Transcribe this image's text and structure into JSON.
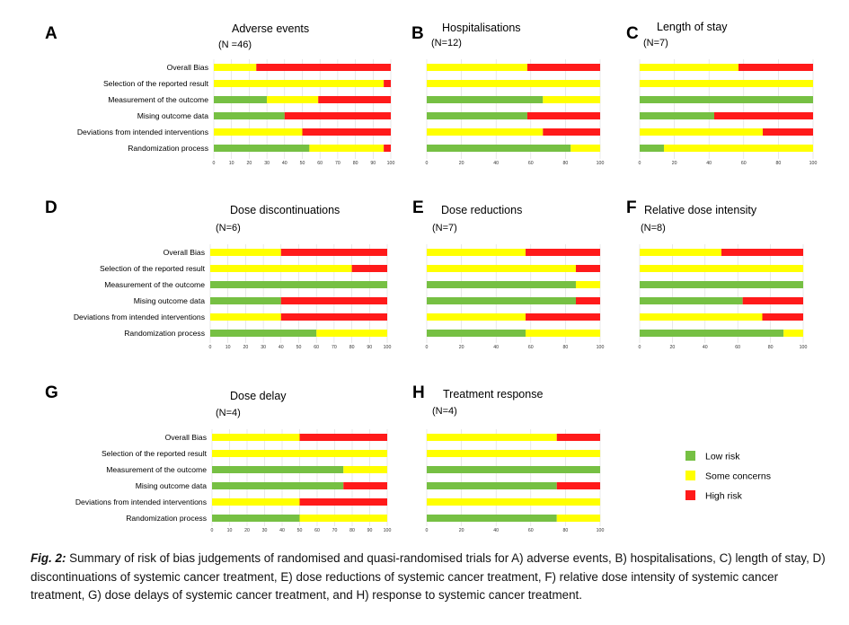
{
  "legend": {
    "items": [
      {
        "key": "low",
        "label": "Low risk"
      },
      {
        "key": "some",
        "label": "Some concerns"
      },
      {
        "key": "high",
        "label": "High risk"
      }
    ]
  },
  "colors": {
    "low": "#76c043",
    "some": "#ffff00",
    "high": "#ff1a1a",
    "grid": "#d9d9d9"
  },
  "caption": {
    "label": "Fig. 2:",
    "text": "Summary of risk of bias judgements of randomised and quasi-randomised trials for A) adverse events, B) hospitalisations, C) length of stay, D) discontinuations of systemic cancer treatment, E) dose reductions of systemic cancer treatment, F) relative dose intensity of systemic cancer treatment, G) dose delays of systemic cancer treatment, and H) response to systemic cancer treatment."
  },
  "chart_data": [
    {
      "type": "bar",
      "panel": "A",
      "title": "Adverse events",
      "subtitle": "(N =46)",
      "categories": [
        "Overall Bias",
        "Selection of the reported result",
        "Measurement of the outcome",
        "Mising outcome data",
        "Deviations from intended interventions",
        "Randomization process"
      ],
      "series": [
        {
          "name": "Low risk",
          "values": [
            0,
            0,
            30,
            40,
            0,
            54
          ]
        },
        {
          "name": "Some concerns",
          "values": [
            24,
            96,
            29,
            0,
            50,
            42
          ]
        },
        {
          "name": "High risk",
          "values": [
            76,
            4,
            41,
            60,
            50,
            4
          ]
        }
      ],
      "xticks": [
        "0",
        "10",
        "20",
        "30",
        "40",
        "50",
        "60",
        "70",
        "80",
        "90",
        "100"
      ],
      "xlim": [
        0,
        100
      ]
    },
    {
      "type": "bar",
      "panel": "B",
      "title": "Hospitalisations",
      "subtitle": "(N=12)",
      "categories": [
        "Overall Bias",
        "Selection of the reported result",
        "Measurement of the outcome",
        "Mising outcome data",
        "Deviations from intended interventions",
        "Randomization process"
      ],
      "series": [
        {
          "name": "Low risk",
          "values": [
            0,
            0,
            67,
            58,
            0,
            83
          ]
        },
        {
          "name": "Some concerns",
          "values": [
            58,
            100,
            33,
            0,
            67,
            17
          ]
        },
        {
          "name": "High risk",
          "values": [
            42,
            0,
            0,
            42,
            33,
            0
          ]
        }
      ],
      "xticks": [
        "0",
        "20",
        "40",
        "60",
        "80",
        "100"
      ],
      "xlim": [
        0,
        100
      ]
    },
    {
      "type": "bar",
      "panel": "C",
      "title": "Length of stay",
      "subtitle": "(N=7)",
      "categories": [
        "Overall Bias",
        "Selection of the reported result",
        "Measurement of the outcome",
        "Mising outcome data",
        "Deviations from intended interventions",
        "Randomization process"
      ],
      "series": [
        {
          "name": "Low risk",
          "values": [
            0,
            0,
            100,
            43,
            0,
            14
          ]
        },
        {
          "name": "Some concerns",
          "values": [
            57,
            100,
            0,
            0,
            71,
            86
          ]
        },
        {
          "name": "High risk",
          "values": [
            43,
            0,
            0,
            57,
            29,
            0
          ]
        }
      ],
      "xticks": [
        "0",
        "20",
        "40",
        "60",
        "80",
        "100"
      ],
      "xlim": [
        0,
        100
      ]
    },
    {
      "type": "bar",
      "panel": "D",
      "title": "Dose discontinuations",
      "subtitle": "(N=6)",
      "categories": [
        "Overall Bias",
        "Selection of the reported result",
        "Measurement of the outcome",
        "Mising outcome data",
        "Deviations from intended interventions",
        "Randomization process"
      ],
      "series": [
        {
          "name": "Low risk",
          "values": [
            0,
            0,
            100,
            40,
            0,
            60
          ]
        },
        {
          "name": "Some concerns",
          "values": [
            40,
            80,
            0,
            0,
            40,
            40
          ]
        },
        {
          "name": "High risk",
          "values": [
            60,
            20,
            0,
            60,
            60,
            0
          ]
        }
      ],
      "xticks": [
        "0",
        "10",
        "20",
        "30",
        "40",
        "50",
        "60",
        "70",
        "80",
        "90",
        "100"
      ],
      "xlim": [
        0,
        100
      ]
    },
    {
      "type": "bar",
      "panel": "E",
      "title": "Dose reductions",
      "subtitle": "(N=7)",
      "categories": [
        "Overall Bias",
        "Selection of the reported result",
        "Measurement of the outcome",
        "Mising outcome data",
        "Deviations from intended interventions",
        "Randomization process"
      ],
      "series": [
        {
          "name": "Low risk",
          "values": [
            0,
            0,
            86,
            86,
            0,
            57
          ]
        },
        {
          "name": "Some concerns",
          "values": [
            57,
            86,
            14,
            0,
            57,
            43
          ]
        },
        {
          "name": "High risk",
          "values": [
            43,
            14,
            0,
            14,
            43,
            0
          ]
        }
      ],
      "xticks": [
        "0",
        "20",
        "40",
        "60",
        "80",
        "100"
      ],
      "xlim": [
        0,
        100
      ]
    },
    {
      "type": "bar",
      "panel": "F",
      "title": "Relative dose intensity",
      "subtitle": "(N=8)",
      "categories": [
        "Overall Bias",
        "Selection of the reported result",
        "Measurement of the outcome",
        "Mising outcome data",
        "Deviations from intended interventions",
        "Randomization process"
      ],
      "series": [
        {
          "name": "Low risk",
          "values": [
            0,
            0,
            100,
            63,
            0,
            88
          ]
        },
        {
          "name": "Some concerns",
          "values": [
            50,
            100,
            0,
            0,
            75,
            12
          ]
        },
        {
          "name": "High risk",
          "values": [
            50,
            0,
            0,
            37,
            25,
            0
          ]
        }
      ],
      "xticks": [
        "0",
        "20",
        "40",
        "60",
        "80",
        "100"
      ],
      "xlim": [
        0,
        100
      ]
    },
    {
      "type": "bar",
      "panel": "G",
      "title": "Dose delay",
      "subtitle": "(N=4)",
      "categories": [
        "Overall Bias",
        "Selection of the reported result",
        "Measurement of the outcome",
        "Mising outcome data",
        "Deviations from intended interventions",
        "Randomization process"
      ],
      "series": [
        {
          "name": "Low risk",
          "values": [
            0,
            0,
            75,
            75,
            0,
            50
          ]
        },
        {
          "name": "Some concerns",
          "values": [
            50,
            100,
            25,
            0,
            50,
            50
          ]
        },
        {
          "name": "High risk",
          "values": [
            50,
            0,
            0,
            25,
            50,
            0
          ]
        }
      ],
      "xticks": [
        "0",
        "10",
        "20",
        "30",
        "40",
        "50",
        "60",
        "70",
        "80",
        "90",
        "100"
      ],
      "xlim": [
        0,
        100
      ]
    },
    {
      "type": "bar",
      "panel": "H",
      "title": "Treatment response",
      "subtitle": "(N=4)",
      "categories": [
        "Overall Bias",
        "Selection of the reported result",
        "Measurement of the outcome",
        "Mising outcome data",
        "Deviations from intended interventions",
        "Randomization process"
      ],
      "series": [
        {
          "name": "Low risk",
          "values": [
            0,
            0,
            100,
            75,
            0,
            75
          ]
        },
        {
          "name": "Some concerns",
          "values": [
            75,
            100,
            0,
            0,
            100,
            25
          ]
        },
        {
          "name": "High risk",
          "values": [
            25,
            0,
            0,
            25,
            0,
            0
          ]
        }
      ],
      "xticks": [
        "0",
        "20",
        "40",
        "60",
        "80",
        "100"
      ],
      "xlim": [
        0,
        100
      ]
    }
  ]
}
